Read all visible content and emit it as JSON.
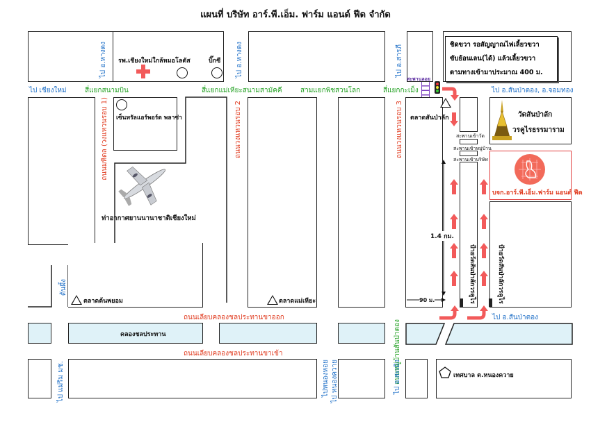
{
  "title": "แผนที่ บริษัท อาร์.พี.เอ็ม. ฟาร์ม แอนด์ ฟีด จำกัด",
  "roads": {
    "to_chiangmai": "ไป เชียงใหม่",
    "airport_junction": "สี่แยกสนามบิน",
    "mahidol_junction": "สี่แยกแม่เหียะสนามสามัคคี",
    "phichai_junction": "สามแยกพิชสวนโลก",
    "kamoeng_junction": "สี่แยกกะเม็ง",
    "to_sanpatong_chomthong": "ไป อ.สันป่าตอง, อ.จอมทอง",
    "to_sanpatong": "ไป อ.สันป่าตอง",
    "to_hangdong_1": "ไป อ.หางดง",
    "to_hangdong_2": "ไป อ.หางดง",
    "to_sarapee": "ไป อ.สารภี",
    "mahidol_road": "ถนนมหิดล (วงแหวนรอบ 1)",
    "ring2_road": "ถนนวงแหวนรอบ 2",
    "ring3_road": "ถนนวงแหวนรอบ 3",
    "canal_out_road": "ถนนเลียบคลองชลประทานขาออก",
    "canal_in_road": "ถนนเลียบคลองชลประทานขาเข้า",
    "canal_name": "คลองชลประทาน",
    "moo_ban_road": "ต้นผึ้ง",
    "to_mae_rim": "ไป แม่ริม มช.",
    "to_nongkhwai": "ไป หนองควาย",
    "to_sanpatong_left": "ไปหนองหอย",
    "to_chaiyaphruek": "ไป อ.สะเมิง",
    "lamphun_road": "ถนนหมู่บ้านสันป่าตอง"
  },
  "landmarks": {
    "hospital": "รพ.เชียงใหม่ใกล้หมอ",
    "lotus": "โลตัส",
    "bigc": "บิ๊กซี",
    "central_airport": "เซ็นทรัลแอร์พอร์ต พลาซ่า",
    "airport": "ท่าอากาศยานนานาชาติเชียงใหม่",
    "market_tonpayom": "ตลาดต้นพยอม",
    "market_maehia": "ตลาดแม่เหียะ",
    "market_sanpalak": "ตลาดสันป่าลัก",
    "wat_name_1": "วัดสันป่าลัก",
    "wat_name_2": "วรคูไรธรรมาราม",
    "company": "บจก.อาร์.พี.เอ็ม.ฟาร์ม แอนด์ ฟีด",
    "municipality": "เทศบาล ต.หนองควาย",
    "bridge": "สะพานลอย",
    "turn_wat": "สะพานเข้าวัด",
    "turn_village": "สะพานเข้าหมู่บ้าน",
    "turn_company": "สะพานเข้าบริษัท",
    "sign_1": "ป้ายวัดสันป่าลักวรคูไร",
    "sign_2": "ป้ายวัดสันป่าลักวรคูไร"
  },
  "note": {
    "line1": "ชิดขวา รอสัญญาณไฟเลี้ยวขวา",
    "line2": "ขับย้อนเลน(ได้) แล้วเลี้ยวขวา",
    "line3": "ตามทางเข้ามาประมาณ 400 ม."
  },
  "distances": {
    "vertical": "1.4 กม.",
    "horizontal": "90 ม."
  },
  "colors": {
    "road_label_blue": "#1e6fc7",
    "junction_green": "#22a022",
    "road_name_red": "#e03a1e",
    "arrow_red": "#f25a5a",
    "canal_fill": "#dff2f8",
    "company_border": "#e03a3a"
  }
}
